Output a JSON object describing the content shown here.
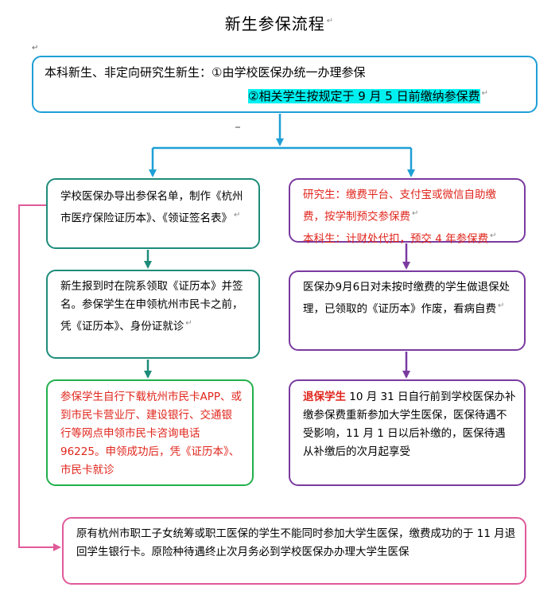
{
  "title": "新生参保流程",
  "top_box": {
    "line1": "本科新生、非定向研究生新生：①由学校医保办统一办理参保",
    "line2": "②相关学生按规定于 9 月 5 日前缴纳参保费"
  },
  "left": {
    "box1": "学校医保办导出参保名单，制作《杭州市医疗保险证历本》、《领证签名表》",
    "box2": "新生报到时在院系领取《证历本》并签名。参保学生在申领杭州市民卡之前，凭《证历本》、身份证就诊",
    "box3": "参保学生自行下载杭州市民卡APP、或到市民卡营业厅、建设银行、交通银行等网点申领市民卡咨询电话 96225。申领成功后，凭《证历本》、市民卡就诊"
  },
  "right": {
    "box1_line1": "研究生：缴费平台、支付宝或微信自助缴费，按学制预交参保费",
    "box1_line2": "本科生：计财处代扣，预交 4 年参保费",
    "box2": "医保办9月6日对未按时缴费的学生做退保处理，已领取的《证历本》作废，看病自费",
    "box3_label": "退保学生",
    "box3_text": " 10 月 31 日自行前到学校医保办补缴参保费重新参加大学生医保，医保待遇不受影响，11 月 1 日以后补缴的，医保待遇从补缴后的次月起享受"
  },
  "bottom_box": "原有杭州市职工子女统筹或职工医保的学生不能同时参加大学生医保，缴费成功的于 11 月退回学生银行卡。原险种待遇终止次月务必到学校医保办办理大学生医保",
  "colors": {
    "blue": "#1e9fd6",
    "teal": "#1e8c7a",
    "green": "#22b04b",
    "purple": "#7a3aa0",
    "pink": "#e05a9a",
    "red_text": "#e0261d",
    "highlight": "#00f0f0"
  }
}
